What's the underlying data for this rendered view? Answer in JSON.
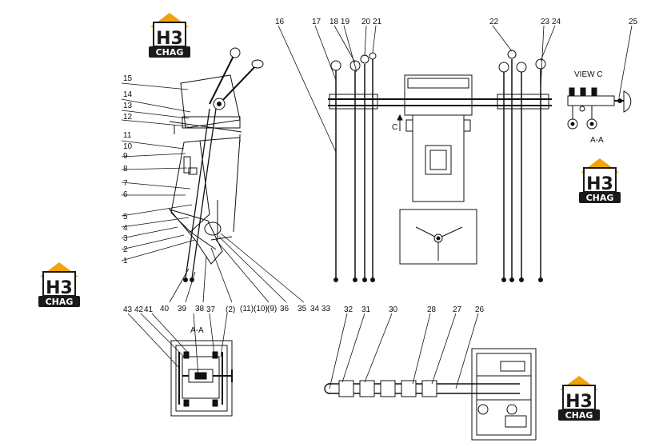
{
  "logo": {
    "mark": "H3",
    "sub": "CHAG",
    "accent": "#f0a30a",
    "dark": "#1a1a1a"
  },
  "view_labels": {
    "view_c": "VIEW C",
    "section_aa_right": "A-A",
    "section_aa_left": "A-A",
    "arrow_c": "C"
  },
  "callouts": {
    "n1": "1",
    "n2": "2",
    "n3": "3",
    "n4": "4",
    "n5": "5",
    "n6": "6",
    "n7": "7",
    "n8": "8",
    "n9": "9",
    "n10": "10",
    "n11": "11",
    "n12": "12",
    "n13": "13",
    "n14": "14",
    "n15": "15",
    "n16": "16",
    "n17": "17",
    "n18_19": "18 19",
    "n20": "20",
    "n21": "21",
    "n22": "22",
    "n23": "23",
    "n24": "24",
    "n25": "25",
    "n26": "26",
    "n27": "27",
    "n28": "28",
    "n30": "30",
    "n31": "31",
    "n32": "32",
    "n33": "33",
    "n34": "34",
    "n35": "35",
    "n36": "36",
    "n9p": "(9)",
    "n11_10": "(11)(10)",
    "n2p": "(2)",
    "n37": "37",
    "n38": "38",
    "n39": "39",
    "n40": "40",
    "n41": "41",
    "n42": "42",
    "n43": "43"
  }
}
